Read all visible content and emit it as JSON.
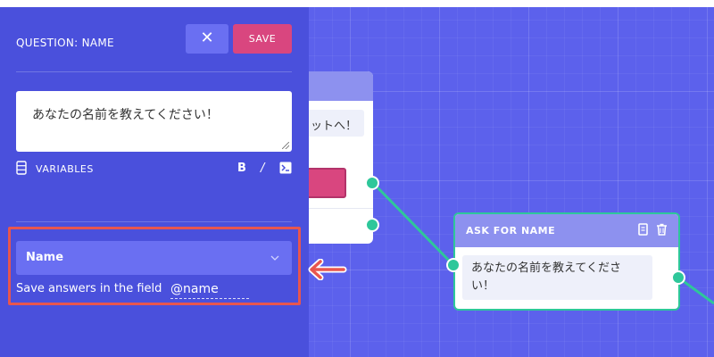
{
  "panel": {
    "title": "QUESTION: NAME",
    "close_label": "✕",
    "save_label": "SAVE",
    "question_text": "あなたの名前を教えてください！",
    "toolbar": {
      "variables_label": "VARIABLES",
      "bold_label": "B",
      "italic_label": "/"
    },
    "save_field": {
      "selected_option": "Name",
      "caption": "Save answers in the field",
      "value": "@name"
    }
  },
  "canvas": {
    "background_node": {
      "message_fragment": "ットへ！"
    },
    "ask_node": {
      "header": "ASK FOR NAME",
      "message": "あなたの名前を教えてください！"
    }
  },
  "colors": {
    "panel": "#4a50dc",
    "canvas": "#5c61ec",
    "save": "#d9467f",
    "accent_green": "#2ec79a",
    "highlight": "#e8564e"
  },
  "icons": [
    "close-icon",
    "database-icon",
    "terminal-icon",
    "chevron-down-icon",
    "copy-icon",
    "trash-icon",
    "left-arrow-icon"
  ]
}
